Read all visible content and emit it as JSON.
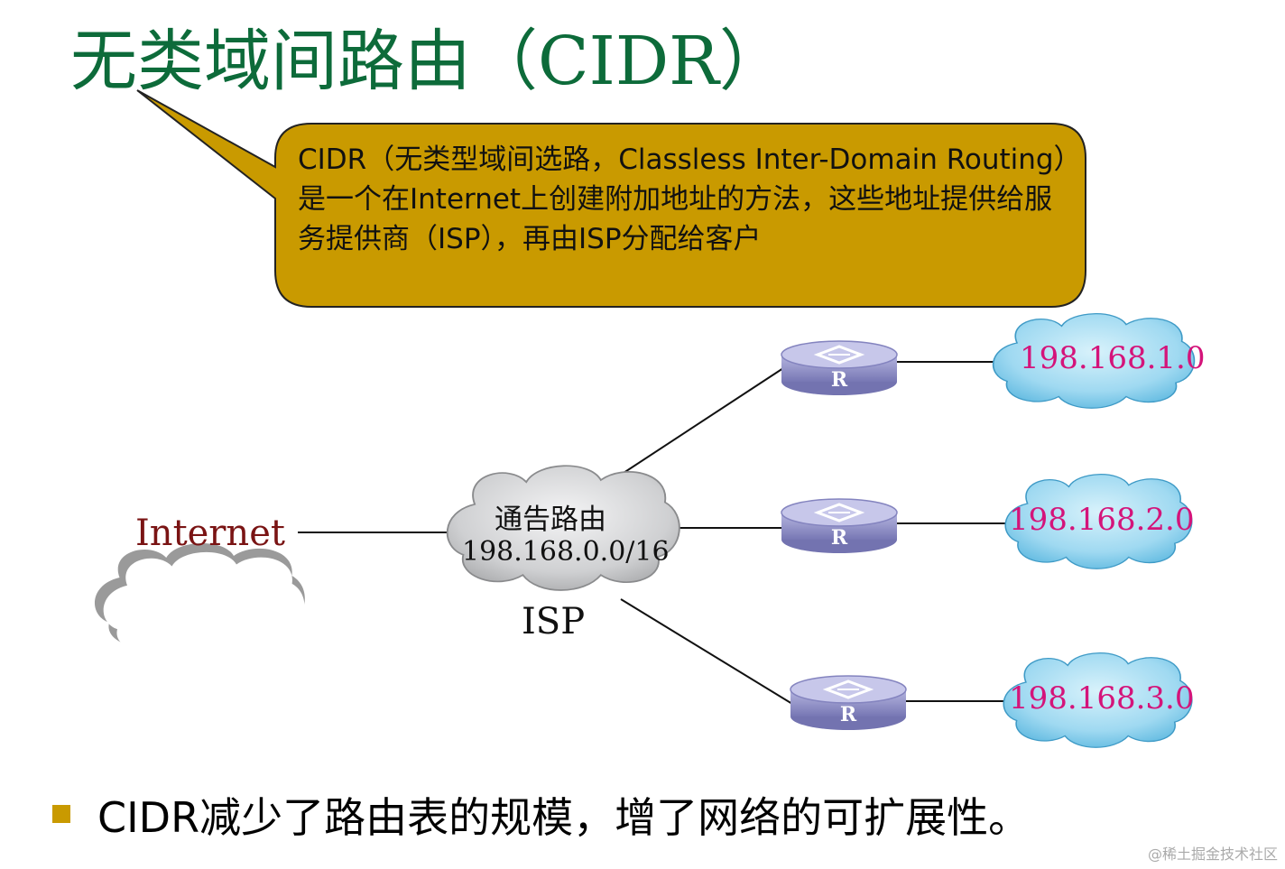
{
  "title": "无类域间路由（CIDR）",
  "callout": {
    "text": "CIDR（无类型域间选路，Classless Inter-Domain Routing）是一个在Internet上创建附加地址的方法，这些地址提供给服务提供商（ISP），再由ISP分配给客户"
  },
  "internet": {
    "label": "Internet"
  },
  "isp": {
    "route_label": "通告路由",
    "prefix": "198.168.0.0/16",
    "label": "ISP"
  },
  "router": {
    "mark": "R"
  },
  "networks": [
    {
      "label": "198.168.1.0"
    },
    {
      "label": "198.168.2.0"
    },
    {
      "label": "198.168.3.0"
    }
  ],
  "bullet": {
    "text": "CIDR减少了路由表的规模，增了网络的可扩展性。"
  },
  "watermark": "@稀土掘金技术社区",
  "colors": {
    "title": "#0d6b3a",
    "callout_fill": "#c99a00",
    "network_label": "#d4147a",
    "internet_label": "#7a1414",
    "net_cloud": "#8fd3ef",
    "isp_cloud": "#cfd0d2",
    "router": "#9a9ad0",
    "bullet": "#c99a00"
  },
  "icons": {
    "router": "router-icon",
    "cloud": "cloud-icon",
    "bullet": "square-bullet-icon"
  }
}
